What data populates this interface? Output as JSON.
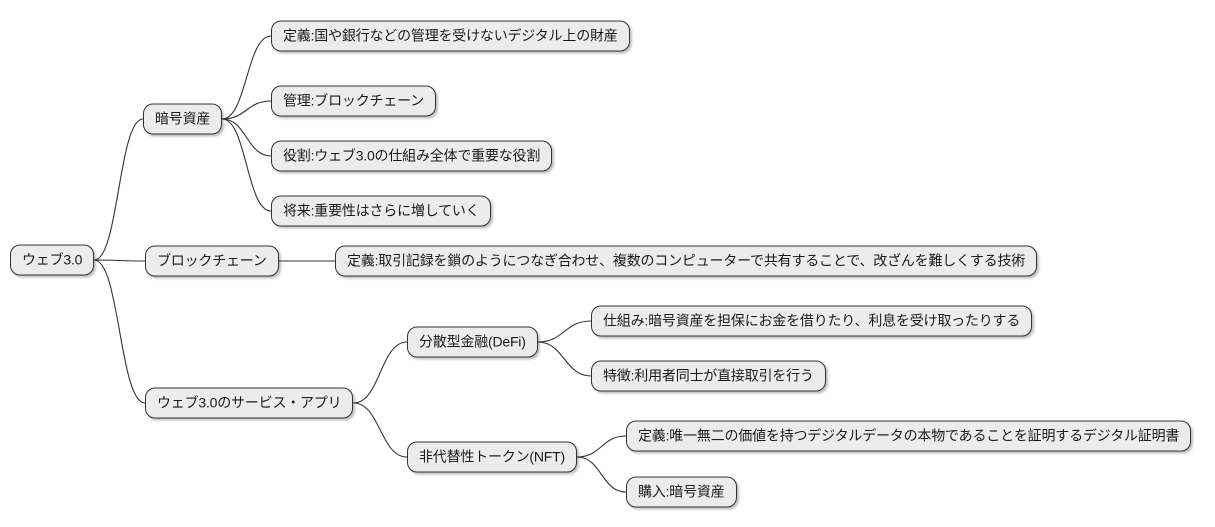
{
  "diagram": {
    "type": "mindmap",
    "root_label": "ウェブ3.0",
    "colors": {
      "background": "#ffffff",
      "node_fill": "#ececec",
      "node_border": "#333333",
      "edge": "#333333",
      "text": "#1a1a1a"
    },
    "nodes": [
      {
        "id": "root",
        "parent": null,
        "level": 0,
        "label": "ウェブ3.0"
      },
      {
        "id": "crypto",
        "parent": "root",
        "level": 1,
        "label": "暗号資産"
      },
      {
        "id": "c1",
        "parent": "crypto",
        "level": 2,
        "label": "定義:国や銀行などの管理を受けないデジタル上の財産"
      },
      {
        "id": "c2",
        "parent": "crypto",
        "level": 2,
        "label": "管理:ブロックチェーン"
      },
      {
        "id": "c3",
        "parent": "crypto",
        "level": 2,
        "label": "役割:ウェブ3.0の仕組み全体で重要な役割"
      },
      {
        "id": "c4",
        "parent": "crypto",
        "level": 2,
        "label": "将来:重要性はさらに増していく"
      },
      {
        "id": "bc",
        "parent": "root",
        "level": 1,
        "label": "ブロックチェーン"
      },
      {
        "id": "bc1",
        "parent": "bc",
        "level": 2,
        "label": "定義:取引記録を鎖のようにつなぎ合わせ、複数のコンピューターで共有することで、改ざんを難しくする技術"
      },
      {
        "id": "svc",
        "parent": "root",
        "level": 1,
        "label": "ウェブ3.0のサービス・アプリ"
      },
      {
        "id": "defi",
        "parent": "svc",
        "level": 2,
        "label": "分散型金融(DeFi)"
      },
      {
        "id": "d1",
        "parent": "defi",
        "level": 3,
        "label": "仕組み:暗号資産を担保にお金を借りたり、利息を受け取ったりする"
      },
      {
        "id": "d2",
        "parent": "defi",
        "level": 3,
        "label": "特徴:利用者同士が直接取引を行う"
      },
      {
        "id": "nft",
        "parent": "svc",
        "level": 2,
        "label": "非代替性トークン(NFT)"
      },
      {
        "id": "n1",
        "parent": "nft",
        "level": 3,
        "label": "定義:唯一無二の価値を持つデジタルデータの本物であることを証明するデジタル証明書"
      },
      {
        "id": "n2",
        "parent": "nft",
        "level": 3,
        "label": "購入:暗号資産"
      }
    ]
  }
}
